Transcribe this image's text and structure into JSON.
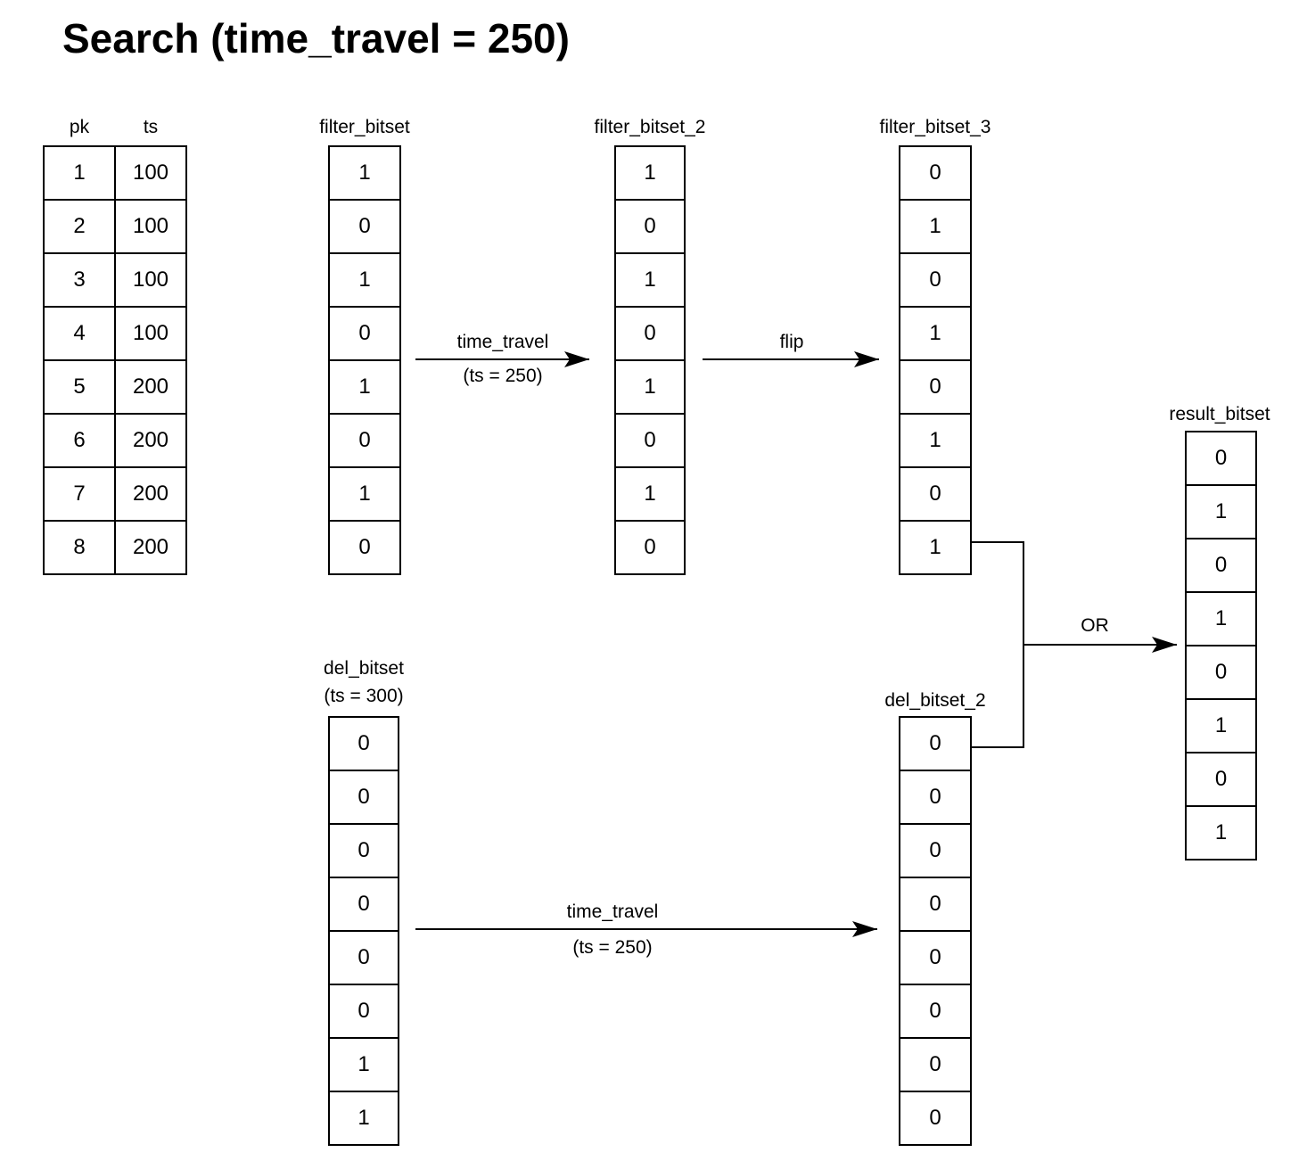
{
  "title": "Search (time_travel = 250)",
  "table": {
    "columns": [
      "pk",
      "ts"
    ],
    "rows": [
      [
        1,
        100
      ],
      [
        2,
        100
      ],
      [
        3,
        100
      ],
      [
        4,
        100
      ],
      [
        5,
        200
      ],
      [
        6,
        200
      ],
      [
        7,
        200
      ],
      [
        8,
        200
      ]
    ]
  },
  "bitsets": {
    "filter_bitset": {
      "label": "filter_bitset",
      "bits": [
        1,
        0,
        1,
        0,
        1,
        0,
        1,
        0
      ]
    },
    "filter_bitset_2": {
      "label": "filter_bitset_2",
      "bits": [
        1,
        0,
        1,
        0,
        1,
        0,
        1,
        0
      ]
    },
    "filter_bitset_3": {
      "label": "filter_bitset_3",
      "bits": [
        0,
        1,
        0,
        1,
        0,
        1,
        0,
        1
      ]
    },
    "del_bitset": {
      "label": "del_bitset",
      "sublabel": "(ts = 300)",
      "bits": [
        0,
        0,
        0,
        0,
        0,
        0,
        1,
        1
      ]
    },
    "del_bitset_2": {
      "label": "del_bitset_2",
      "bits": [
        0,
        0,
        0,
        0,
        0,
        0,
        0,
        0
      ]
    },
    "result_bitset": {
      "label": "result_bitset",
      "bits": [
        0,
        1,
        0,
        1,
        0,
        1,
        0,
        1
      ]
    }
  },
  "arrows": {
    "time_travel_top": {
      "label": "time_travel",
      "sublabel": "(ts = 250)"
    },
    "flip": {
      "label": "flip"
    },
    "time_travel_bottom": {
      "label": "time_travel",
      "sublabel": "(ts = 250)"
    },
    "or_merge": {
      "label": "OR"
    }
  },
  "colors": {
    "background": "#ffffff",
    "line": "#000000",
    "text": "#000000"
  }
}
